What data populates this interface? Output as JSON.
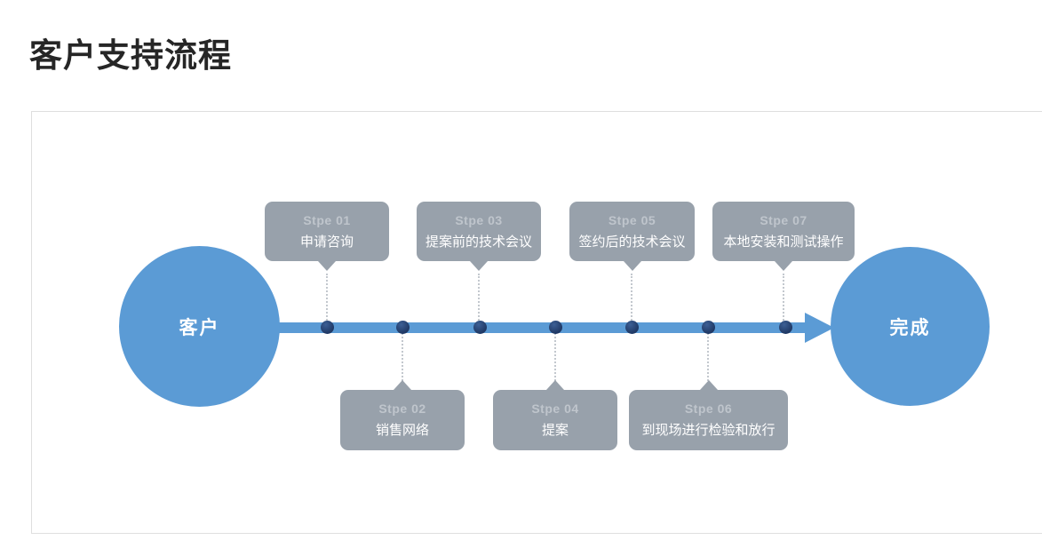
{
  "page": {
    "title": "客户支持流程"
  },
  "diagram": {
    "start_node": {
      "label": "客户"
    },
    "end_node": {
      "label": "完成"
    },
    "steps": [
      {
        "label": "Stpe 01",
        "title": "申请咨询",
        "position": "top"
      },
      {
        "label": "Stpe 02",
        "title": "销售网络",
        "position": "bottom"
      },
      {
        "label": "Stpe 03",
        "title": "提案前的技术会议",
        "position": "top"
      },
      {
        "label": "Stpe 04",
        "title": "提案",
        "position": "bottom"
      },
      {
        "label": "Stpe 05",
        "title": "签约后的技术会议",
        "position": "top"
      },
      {
        "label": "Stpe 06",
        "title": "到现场进行检验和放行",
        "position": "bottom"
      },
      {
        "label": "Stpe 07",
        "title": "本地安装和测试操作",
        "position": "top"
      }
    ],
    "colors": {
      "accent_blue": "#5b9bd5",
      "dot_navy": "#1f3864",
      "box_gray": "#98a1ab",
      "step_label_gray": "#bfc5cc",
      "connector_gray": "#c3c8ce",
      "panel_border": "#dfdfdf",
      "title_color": "#262626"
    }
  }
}
